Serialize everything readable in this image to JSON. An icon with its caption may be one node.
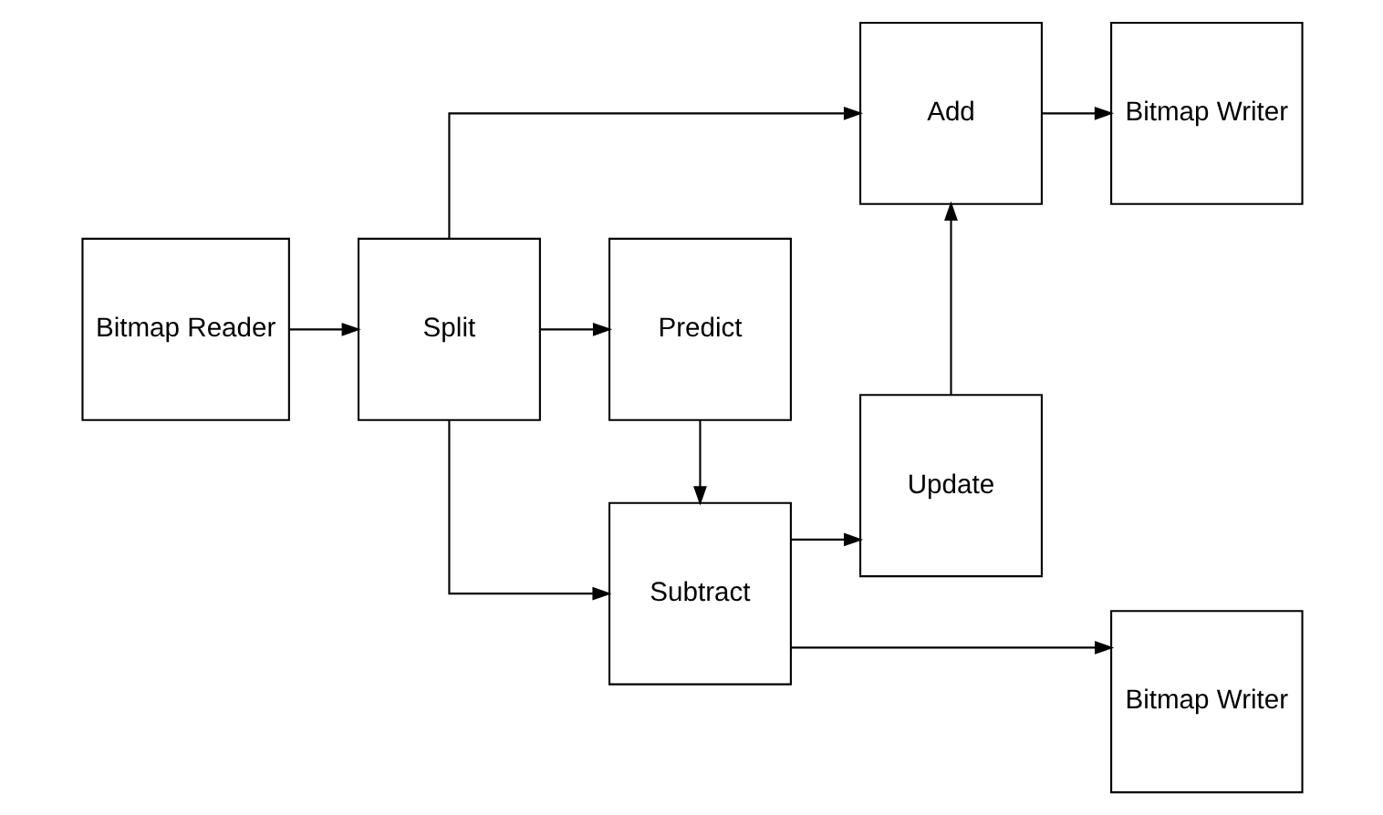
{
  "diagram": {
    "nodes": [
      {
        "text": [
          "Bitmap Reader"
        ]
      },
      {
        "text": [
          "Split"
        ]
      },
      {
        "text": [
          "Add"
        ]
      },
      {
        "text": [
          "Bitmap Writer"
        ]
      },
      {
        "text": [
          "Predict"
        ]
      },
      {
        "text": [
          "Update"
        ]
      },
      {
        "text": [
          "Subtract"
        ]
      },
      {
        "text": [
          "Bitmap Writer"
        ]
      }
    ],
    "edges": [
      {
        "from": 0,
        "to": 1,
        "arrow": "to"
      },
      {
        "from": 1,
        "to": 2,
        "arrow": "to"
      },
      {
        "from": 1,
        "to": 4,
        "arrow": "to"
      },
      {
        "from": 1,
        "to": 6,
        "arrow": "to"
      },
      {
        "from": 4,
        "to": 6,
        "arrow": "to"
      },
      {
        "from": 6,
        "to": 5,
        "arrow": "to"
      },
      {
        "from": 6,
        "to": 7,
        "arrow": "to"
      },
      {
        "from": 5,
        "to": 2,
        "arrow": "to"
      },
      {
        "from": 2,
        "to": 3,
        "arrow": "to"
      }
    ]
  }
}
